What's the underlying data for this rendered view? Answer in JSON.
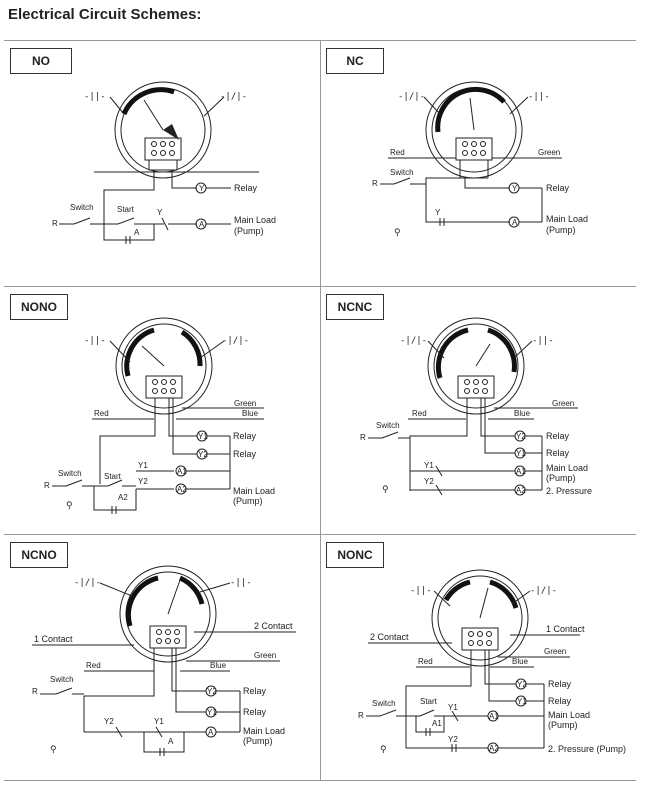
{
  "title": "Electrical Circuit Schemes:",
  "panels": {
    "no": {
      "tag": "NO",
      "contact_symbols": [
        "-||-",
        "-|/|-"
      ],
      "labels": {
        "relay": "Relay",
        "switch": "Switch",
        "start": "Start",
        "r": "R",
        "y": "Y",
        "a": "A",
        "main_load": "Main Load",
        "pump": "(Pump)"
      },
      "coil_y": "Y",
      "coil_a": "A"
    },
    "nc": {
      "tag": "NC",
      "contact_symbols": [
        "-|/|-",
        "-||-"
      ],
      "labels": {
        "red": "Red",
        "green": "Green",
        "switch": "Switch",
        "relay": "Relay",
        "r": "R",
        "y": "Y",
        "main_load": "Main Load",
        "pump": "(Pump)"
      },
      "coil_y": "Y",
      "coil_a": "A"
    },
    "nono": {
      "tag": "NONO",
      "contact_symbols": [
        "-||-",
        "-|/|-"
      ],
      "labels": {
        "green": "Green",
        "red": "Red",
        "blue": "Blue",
        "relay1": "Relay",
        "relay2": "Relay",
        "switch": "Switch",
        "start": "Start",
        "r": "R",
        "y1": "Y1",
        "y2": "Y2",
        "a2": "A2",
        "main_load": "Main Load",
        "pump": "(Pump)"
      },
      "coils": [
        "Y1",
        "Y2",
        "A1",
        "A2"
      ]
    },
    "ncnc": {
      "tag": "NCNC",
      "contact_symbols": [
        "-|/|-",
        "-||-"
      ],
      "labels": {
        "green": "Green",
        "red": "Red",
        "blue": "Blue",
        "switch": "Switch",
        "relay1": "Relay",
        "relay2": "Relay",
        "main_load": "Main Load",
        "pump": "(Pump)",
        "pressure2": "2. Pressure",
        "r": "R",
        "y1": "Y1",
        "y2": "Y2"
      },
      "coils": [
        "Y2",
        "Y1",
        "A1",
        "A2"
      ]
    },
    "ncno": {
      "tag": "NCNO",
      "contact_symbols": [
        "-|/|-",
        "-||-"
      ],
      "labels": {
        "contact1": "1 Contact",
        "contact2": "2 Contact",
        "green": "Green",
        "red": "Red",
        "blue": "Blue",
        "switch": "Switch",
        "relay1": "Relay",
        "relay2": "Relay",
        "r": "R",
        "y1": "Y1",
        "y2": "Y2",
        "a": "A",
        "main_load": "Main Load",
        "pump": "(Pump)"
      },
      "coils": [
        "Y2",
        "Y1",
        "A"
      ]
    },
    "nonc": {
      "tag": "NONC",
      "contact_symbols": [
        "-||-",
        "-|/|-"
      ],
      "labels": {
        "contact2": "2 Contact",
        "contact1": "1 Contact",
        "green": "Green",
        "red": "Red",
        "blue": "Blue",
        "switch": "Switch",
        "start": "Start",
        "relay1": "Relay",
        "relay2": "Relay",
        "r": "R",
        "y1": "Y1",
        "y2": "Y2",
        "a1": "A1",
        "main_load": "Main Load",
        "pump": "(Pump)",
        "pressure2": "2. Pressure (Pump)"
      },
      "coils": [
        "Y2",
        "Y1",
        "A1",
        "A2"
      ]
    }
  }
}
